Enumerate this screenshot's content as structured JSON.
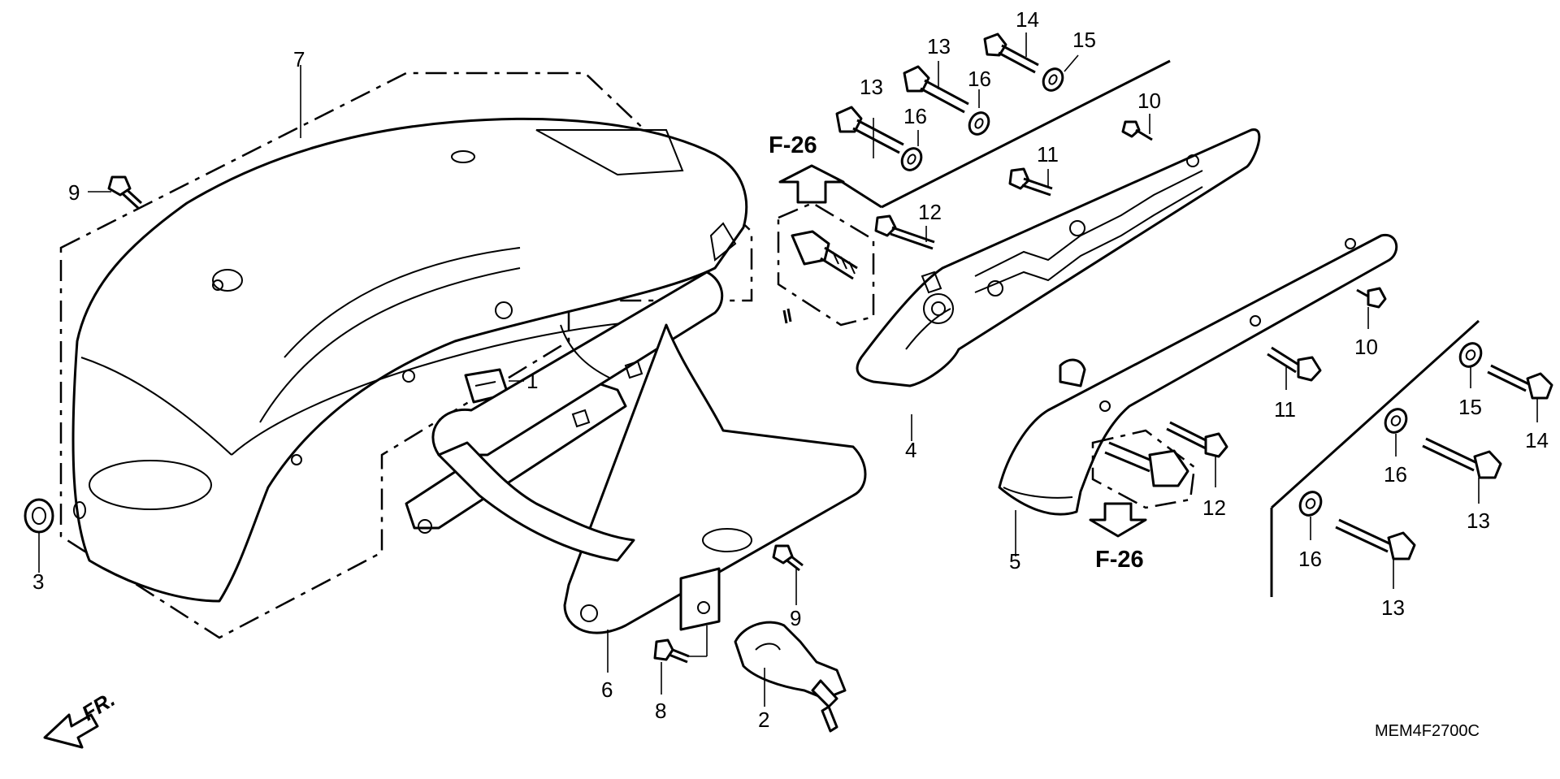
{
  "labels": {
    "p1": "1",
    "p2": "2",
    "p3": "3",
    "p4": "4",
    "p5": "5",
    "p6": "6",
    "p7": "7",
    "p8": "8",
    "p9a": "9",
    "p9b": "9",
    "p10a": "10",
    "p10b": "10",
    "p11a": "11",
    "p11b": "11",
    "p12a": "12",
    "p12b": "12",
    "p13a": "13",
    "p13b": "13",
    "p13c": "13",
    "p13d": "13",
    "p14a": "14",
    "p14b": "14",
    "p15a": "15",
    "p15b": "15",
    "p16a": "16",
    "p16b": "16",
    "p16c": "16",
    "p16d": "16"
  },
  "refs": {
    "top": "F-26",
    "bottom": "F-26"
  },
  "front_marker": "FR.",
  "diagram_code": "MEM4F2700C"
}
